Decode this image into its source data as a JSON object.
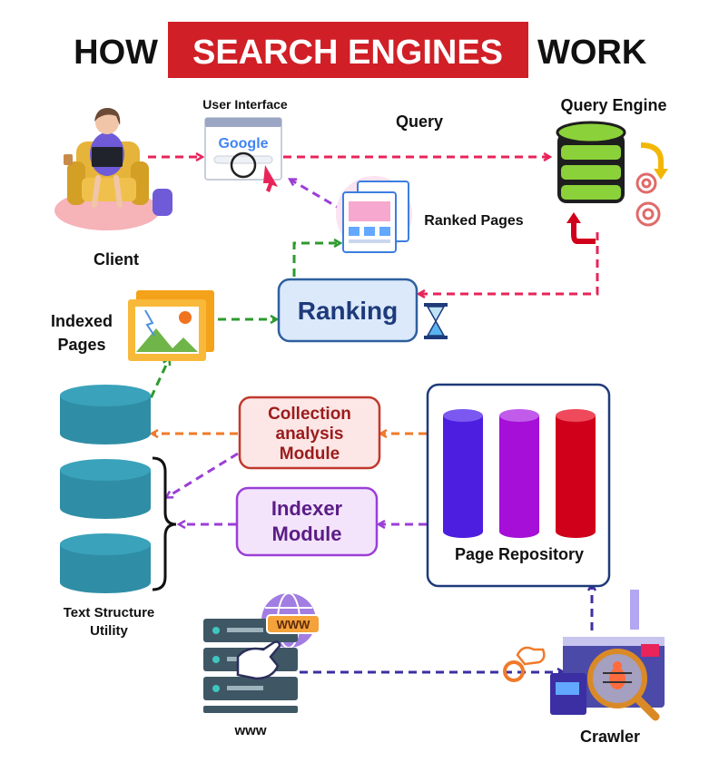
{
  "title": {
    "part1": "HOW",
    "highlight": "SEARCH ENGINES",
    "part2": "WORK"
  },
  "labels": {
    "user_interface": "User Interface",
    "query": "Query",
    "query_engine": "Query Engine",
    "client": "Client",
    "ranked_pages": "Ranked Pages",
    "indexed_pages_line1": "Indexed",
    "indexed_pages_line2": "Pages",
    "ranking": "Ranking",
    "collection_line1": "Collection",
    "collection_line2": "analysis",
    "collection_line3": "Module",
    "indexer_line1": "Indexer",
    "indexer_line2": "Module",
    "page_repository": "Page Repository",
    "text_structure_line1": "Text Structure",
    "text_structure_line2": "Utility",
    "www": "www",
    "crawler": "Crawler",
    "google_logo": "Google",
    "www_sign": "WWW"
  },
  "colors": {
    "title_red": "#d01f26",
    "arrow_pink": "#e8245a",
    "arrow_green": "#2e9a2e",
    "arrow_orange": "#f07a2a",
    "arrow_purple": "#9b3fd6",
    "arrow_navy": "#3b2fa3",
    "teal_db": "#2f8ea5",
    "ranking_fill": "#dbe9fb",
    "ranking_stroke": "#2f5f9e",
    "collection_fill": "#fde6e6",
    "collection_stroke": "#c0392b",
    "indexer_fill": "#f3e4fb",
    "indexer_stroke": "#9b3fd6",
    "repo_stroke": "#1e3a7a",
    "bar_blue": "#4d1de0",
    "bar_purple": "#a50fd8",
    "bar_red": "#d0001a"
  }
}
